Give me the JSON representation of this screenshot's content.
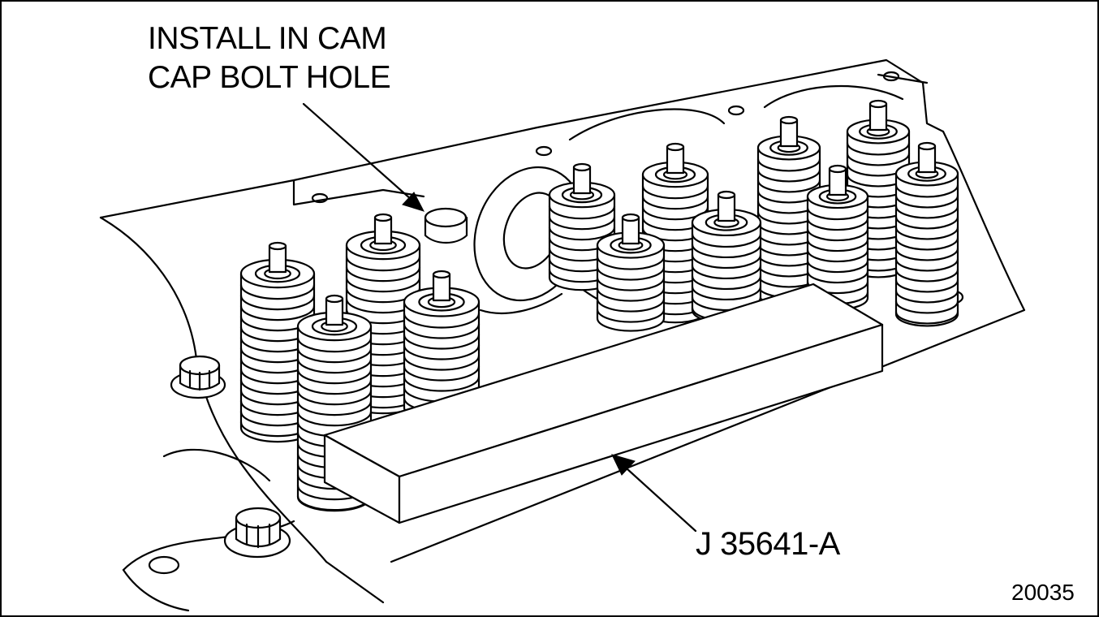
{
  "callouts": {
    "install_line1": "INSTALL IN CAM",
    "install_line2": "CAP BOLT HOLE",
    "tool": "J 35641-A"
  },
  "figure_number": "20035"
}
